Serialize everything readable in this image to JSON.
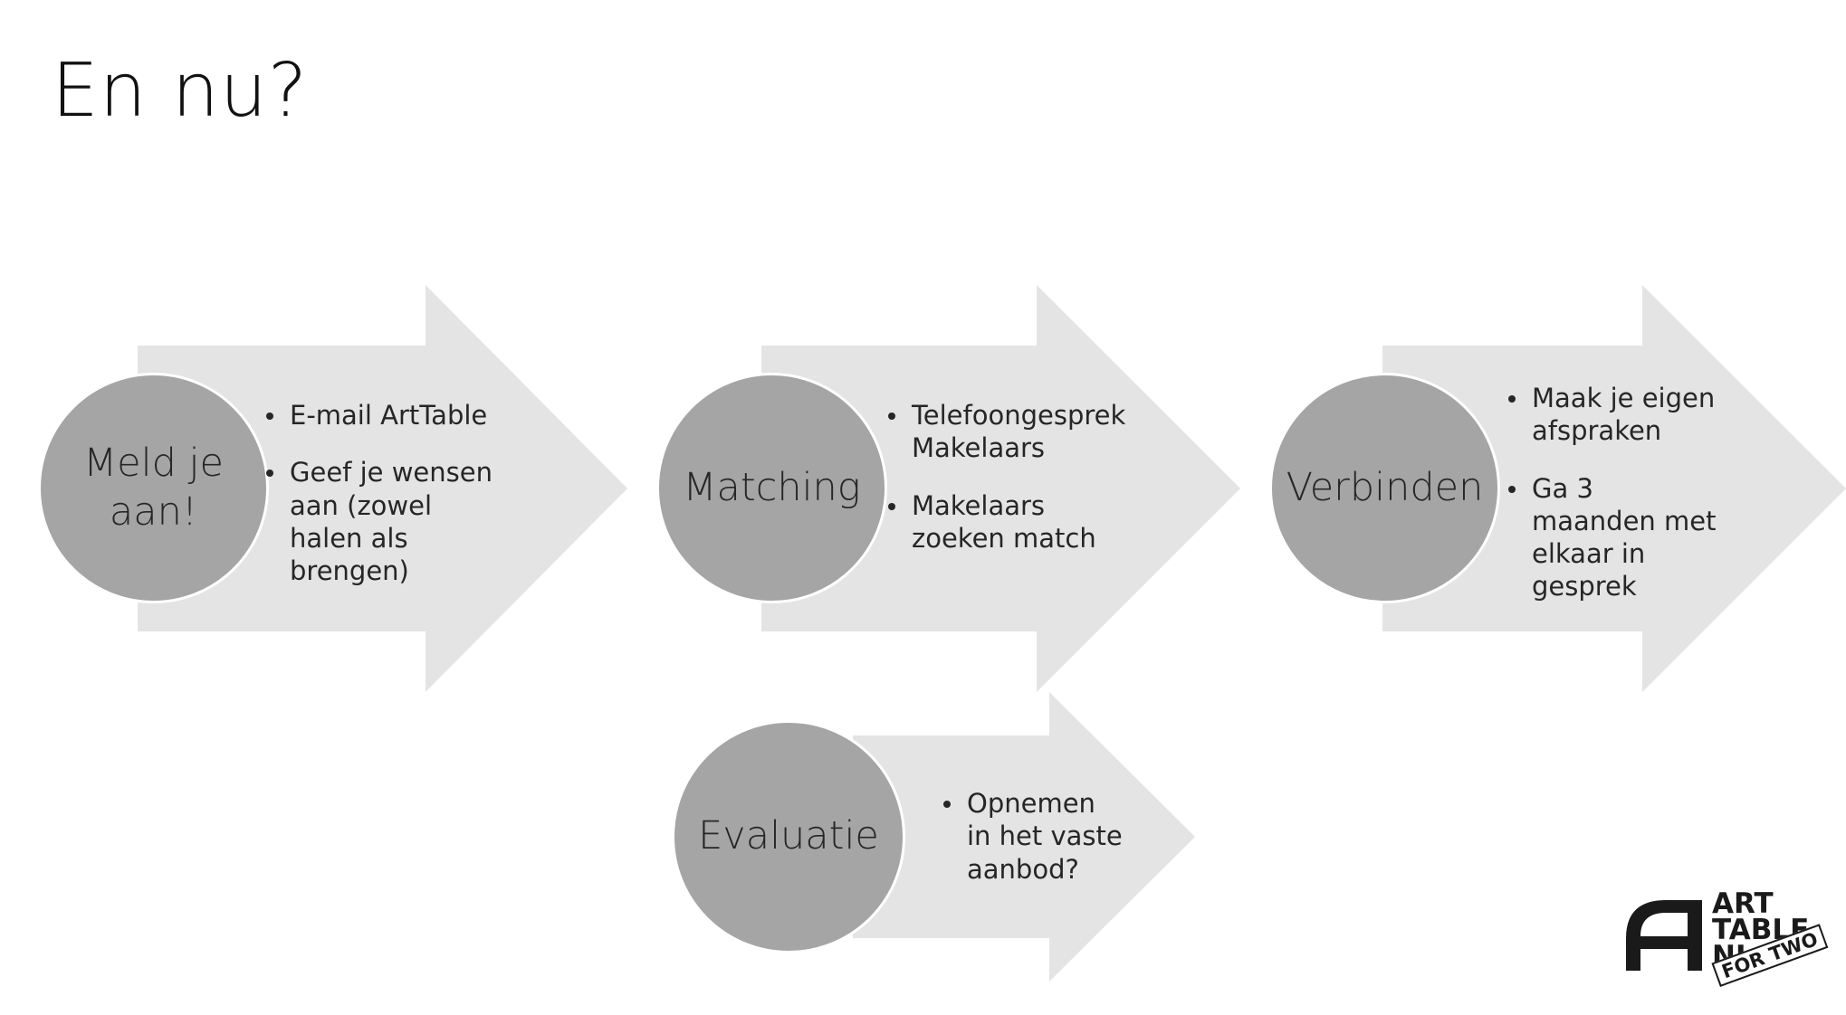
{
  "title": "En nu?",
  "colors": {
    "arrow_fill": "#e4e4e4",
    "circle_fill": "#a5a5a5",
    "text": "#262626"
  },
  "steps": [
    {
      "circle_lines": [
        "Meld je",
        "aan!"
      ],
      "bullets": [
        "E-mail ArtTable",
        "Geef je wensen aan (zowel halen als brengen)"
      ]
    },
    {
      "circle_lines": [
        "Matching"
      ],
      "bullets": [
        "Telefoongesprek Makelaars",
        "Makelaars zoeken match"
      ]
    },
    {
      "circle_lines": [
        "Verbinden"
      ],
      "bullets": [
        "Maak je eigen afspraken",
        "Ga 3 maanden met elkaar in gesprek"
      ]
    },
    {
      "circle_lines": [
        "Evaluatie"
      ],
      "bullets": [
        "Opnemen in het vaste aanbod?"
      ]
    }
  ],
  "logo": {
    "lines": [
      "ART",
      "TABLE",
      "NL"
    ],
    "tag": "FOR TWO"
  }
}
